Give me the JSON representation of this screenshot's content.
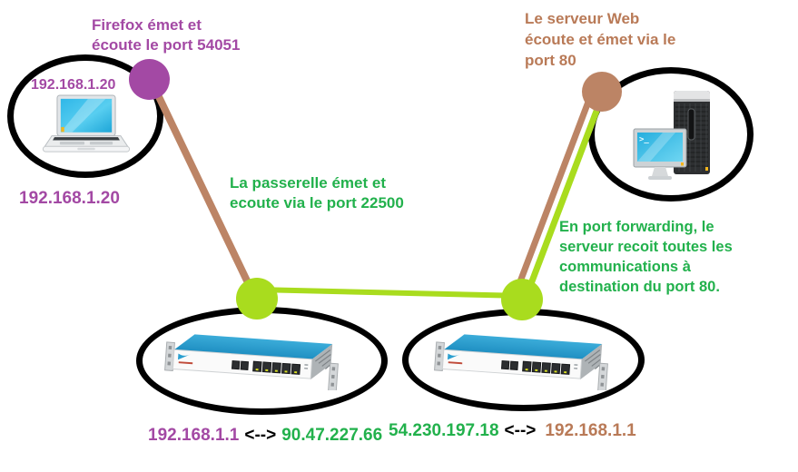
{
  "colors": {
    "purple": "#A349A4",
    "brown": "#B97A57",
    "brown_light": "#BC8465",
    "green": "#22B14C",
    "lime": "#A9DC1E"
  },
  "client": {
    "annotation": "Firefox émet et\nécoute le port 54051",
    "ip_label_inside": "192.168.1.20",
    "ip_label_below": "192.168.1.20",
    "icon": "laptop-icon",
    "port_dot_color": "#A349A4"
  },
  "gateway": {
    "annotation": "La passerelle émet et\necoute via le port 22500",
    "lan_ip": "192.168.1.1",
    "arrow": "<-->",
    "wan_ip": "90.47.227.66",
    "icon": "router-icon",
    "port_dot_color": "#A9DC1E"
  },
  "remote_gateway": {
    "annotation": "En port forwarding, le\nserveur recoit toutes les\ncommunications à\ndestination du port 80.",
    "wan_ip": "54.230.197.18",
    "arrow": "<-->",
    "lan_ip": "192.168.1.1",
    "icon": "router-icon",
    "port_dot_color": "#A9DC1E"
  },
  "server": {
    "annotation": "Le serveur Web\nécoute et émet via le\nport 80",
    "icon": "server-icon",
    "port_dot_color": "#BC8465"
  }
}
